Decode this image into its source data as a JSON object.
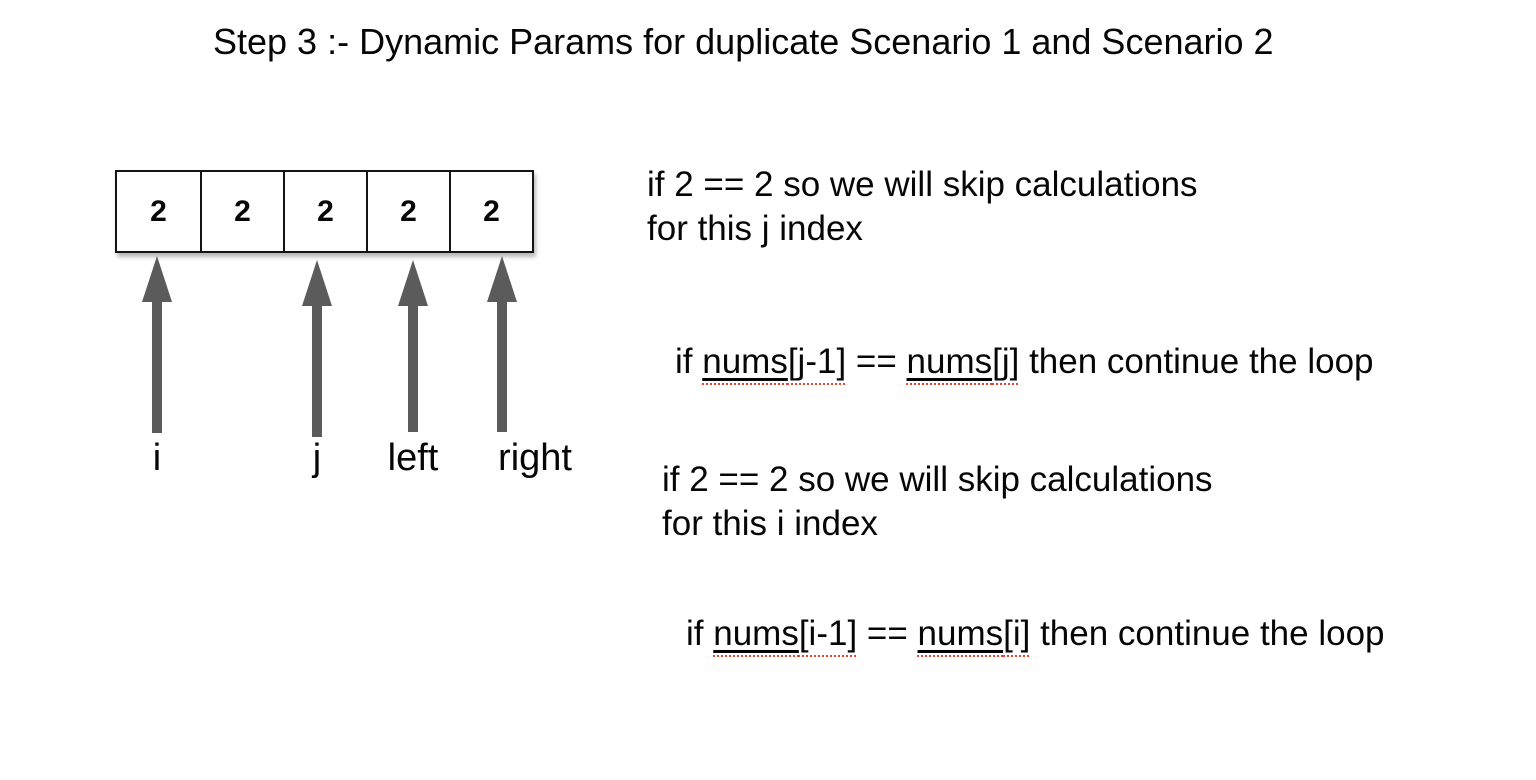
{
  "title": "Step 3 :- Dynamic Params for duplicate Scenario 1 and Scenario 2",
  "array": {
    "cells": [
      "2",
      "2",
      "2",
      "2",
      "2"
    ]
  },
  "pointers": [
    {
      "label": "i",
      "cell_index": 0
    },
    {
      "label": "j",
      "cell_index": 2
    },
    {
      "label": "left",
      "cell_index": 3
    },
    {
      "label": "right",
      "cell_index": 4
    }
  ],
  "notes": {
    "skip_j": {
      "line1": "if 2 == 2 so we will skip calculations",
      "line2": "for this j index"
    },
    "continue_j": {
      "pre": "if ",
      "word1": "nums",
      "idx1": "[j-1]",
      "mid": " == ",
      "word2": "nums",
      "idx2": "[j]",
      "post": " then continue the loop"
    },
    "skip_i": {
      "line1": "if 2 == 2 so we will skip calculations",
      "line2": "for this i index"
    },
    "continue_i": {
      "pre": "if ",
      "word1": "nums",
      "idx1": "[i-1]",
      "mid": " == ",
      "word2": "nums",
      "idx2": "[i]",
      "post": " then continue the loop"
    }
  },
  "colors": {
    "text": "#060606",
    "arrow_gray": "#5b5b5b",
    "cell_border": "#141414",
    "spellcheck_red": "#e8442e",
    "background": "#ffffff"
  }
}
